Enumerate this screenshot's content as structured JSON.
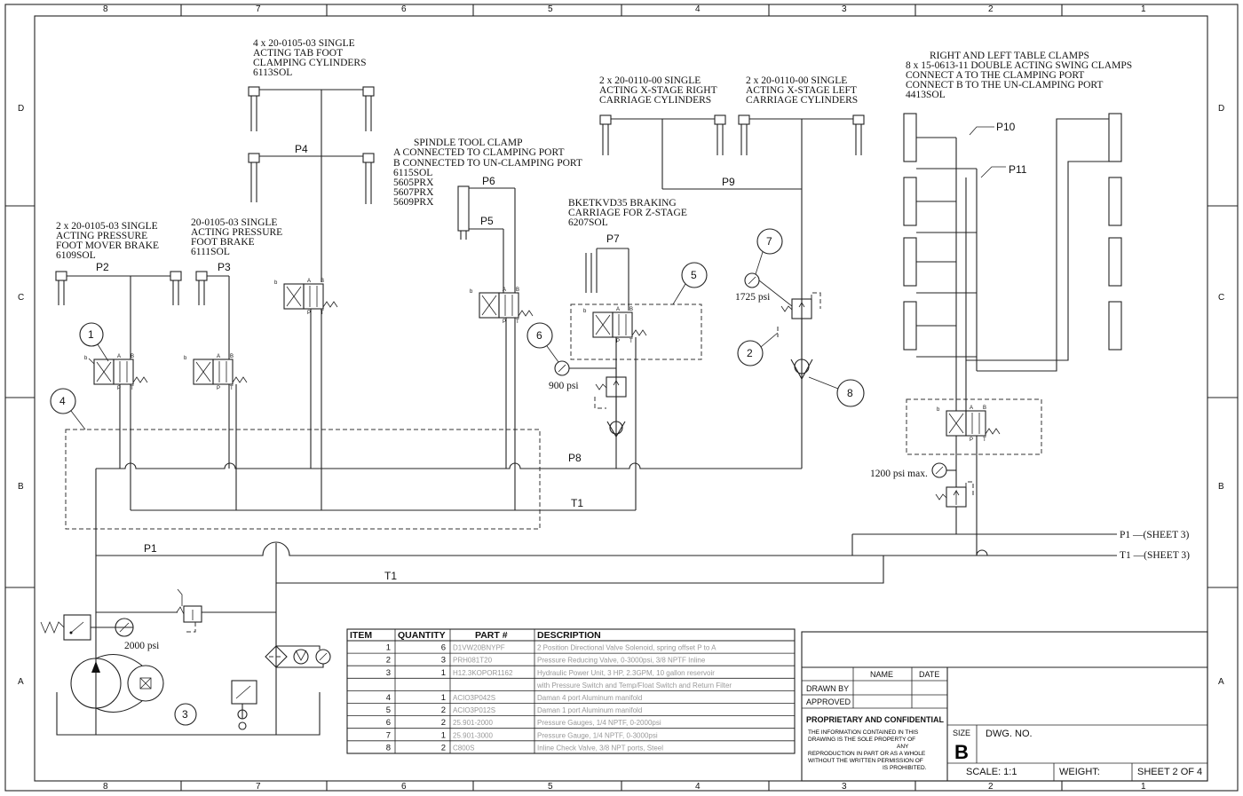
{
  "zones": {
    "columns": [
      "8",
      "7",
      "6",
      "5",
      "4",
      "3",
      "2",
      "1"
    ],
    "rows": [
      "D",
      "C",
      "B",
      "A"
    ]
  },
  "callouts": {
    "tab_foot": [
      "4 x 20-0105-03 SINGLE",
      "ACTING TAB FOOT",
      "CLAMPING CYLINDERS",
      "6113SOL"
    ],
    "foot_mover": [
      "2 x 20-0105-03 SINGLE",
      "ACTING PRESSURE",
      "FOOT MOVER BRAKE",
      "6109SOL"
    ],
    "foot_brake": [
      "20-0105-03 SINGLE",
      "ACTING PRESSURE",
      "FOOT BRAKE",
      "6111SOL"
    ],
    "spindle": [
      "SPINDLE TOOL CLAMP",
      "A CONNECTED TO CLAMPING PORT",
      "B CONNECTED TO UN-CLAMPING PORT",
      "6115SOL",
      "5605PRX",
      "5607PRX",
      "5609PRX"
    ],
    "braking": [
      "BKETKVD35 BRAKING",
      "CARRIAGE FOR Z-STAGE",
      "6207SOL"
    ],
    "x_right": [
      "2 x 20-0110-00 SINGLE",
      "ACTING X-STAGE RIGHT",
      "CARRIAGE CYLINDERS"
    ],
    "x_left": [
      "2 x 20-0110-00 SINGLE",
      "ACTING X-STAGE LEFT",
      "CARRIAGE CYLINDERS"
    ],
    "table_clamps": [
      "RIGHT AND LEFT TABLE CLAMPS",
      "8 x 15-0613-11 DOUBLE ACTING SWING CLAMPS",
      "CONNECT A TO THE CLAMPING PORT",
      "CONNECT B TO THE UN-CLAMPING PORT",
      "4413SOL"
    ]
  },
  "lines": {
    "p1": "P1",
    "p2": "P2",
    "p3": "P3",
    "p4": "P4",
    "p5": "P5",
    "p6": "P6",
    "p7": "P7",
    "p8": "P8",
    "p9": "P9",
    "p10": "P10",
    "p11": "P11",
    "t1": "T1",
    "t1b": "T1",
    "p1_sheet": "P1 —(SHEET 3)",
    "t1_sheet": "T1 —(SHEET 3)"
  },
  "gauges": {
    "g2000": "2000 psi",
    "g900": "900 psi",
    "g1725": "1725 psi",
    "g1200": "1200 psi max."
  },
  "balloons": [
    "1",
    "2",
    "3",
    "4",
    "5",
    "6",
    "7",
    "8"
  ],
  "valve_ports": {
    "a": "A",
    "b": "B",
    "p": "P",
    "t": "T",
    "b_small": "b"
  },
  "bom": {
    "headers": [
      "ITEM",
      "QUANTITY",
      "PART #",
      "DESCRIPTION"
    ],
    "rows": [
      {
        "item": "1",
        "qty": "6",
        "part": "D1VW20BNYPF",
        "desc": "2 Position Directional Valve Solenoid, spring offset P to A"
      },
      {
        "item": "2",
        "qty": "3",
        "part": "PRH081T20",
        "desc": "Pressure Reducing Valve, 0-3000psi, 3/8 NPTF Inline"
      },
      {
        "item": "3",
        "qty": "1",
        "part": "H12.3KOPOR1162",
        "desc": "Hydraulic Power Unit, 3 HP, 2.3GPM, 10 gallon reservoir"
      },
      {
        "item": "",
        "qty": "",
        "part": "",
        "desc": "with Pressure Switch and Temp/Float Switch and Return Filter"
      },
      {
        "item": "4",
        "qty": "1",
        "part": "ACIO3P042S",
        "desc": "Daman 4 port Aluminum manifold"
      },
      {
        "item": "5",
        "qty": "2",
        "part": "ACIO3P012S",
        "desc": "Daman 1 port Aluminum manifold"
      },
      {
        "item": "6",
        "qty": "2",
        "part": "25.901-2000",
        "desc": "Pressure Gauges, 1/4 NPTF, 0-2000psi"
      },
      {
        "item": "7",
        "qty": "1",
        "part": "25.901-3000",
        "desc": "Pressure Gauge, 1/4 NPTF, 0-3000psi"
      },
      {
        "item": "8",
        "qty": "2",
        "part": "C800S",
        "desc": "Inline Check Valve, 3/8 NPT ports, Steel"
      }
    ]
  },
  "title_block": {
    "name": "NAME",
    "date": "DATE",
    "drawn_by": "DRAWN BY",
    "approved": "APPROVED",
    "proprietary": "PROPRIETARY AND CONFIDENTIAL",
    "notice": [
      "THE INFORMATION CONTAINED IN THIS",
      "DRAWING IS THE SOLE PROPERTY OF",
      "ANY",
      "REPRODUCTION IN PART OR AS A WHOLE",
      "WITHOUT THE WRITTEN PERMISSION OF",
      "IS PROHIBITED."
    ],
    "size_label": "SIZE",
    "size": "B",
    "dwg_no": "DWG. NO.",
    "scale": "SCALE: 1:1",
    "weight": "WEIGHT:",
    "sheet": "SHEET 2 OF 4"
  }
}
